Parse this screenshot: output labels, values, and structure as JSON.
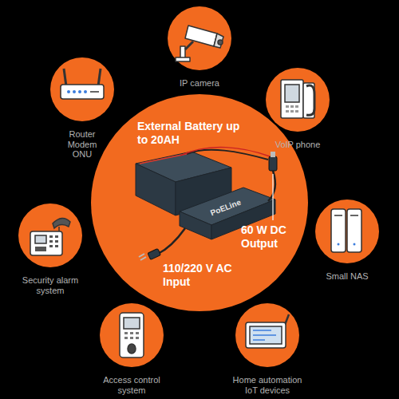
{
  "diagram": {
    "nodes": [
      {
        "text": [
          "External Battery up to 20AH",
          "60 W DC Output",
          "110/220 V AC Input"
        ]
      },
      {
        "text": [
          "IP camera"
        ]
      },
      {
        "text": [
          "Router Modem ONU"
        ]
      },
      {
        "text": [
          "VoIP phone"
        ]
      },
      {
        "text": [
          "Security alarm system"
        ]
      },
      {
        "text": [
          "Small NAS"
        ]
      },
      {
        "text": [
          "Access control system"
        ]
      },
      {
        "text": [
          "Home automation IoT devices"
        ]
      }
    ],
    "labels": [
      "PoELine"
    ]
  }
}
